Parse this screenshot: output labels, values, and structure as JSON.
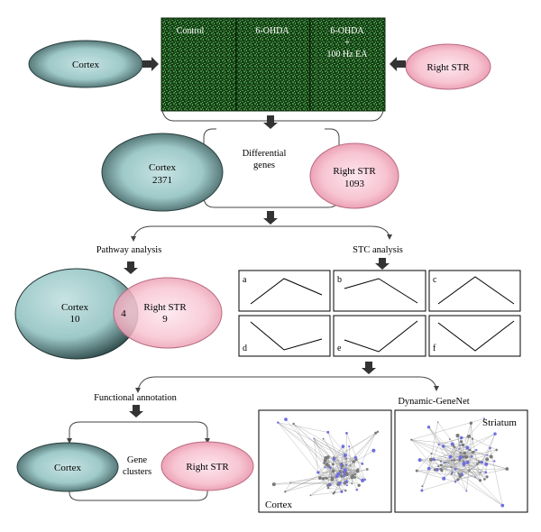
{
  "microarray": {
    "panels": [
      {
        "label": "Control"
      },
      {
        "label": "6-OHDA"
      },
      {
        "label_lines": [
          "6-OHDA",
          "+",
          "100 Hz EA"
        ]
      }
    ]
  },
  "top_row": {
    "cortex": {
      "label": "Cortex"
    },
    "right_str": {
      "label": "Right STR"
    }
  },
  "differential": {
    "title_lines": [
      "Differential",
      "genes"
    ],
    "cortex": {
      "label": "Cortex",
      "count": "2371"
    },
    "right_str": {
      "label": "Right STR",
      "count": "1093"
    }
  },
  "pathway": {
    "title": "Pathway analysis",
    "cortex": {
      "label": "Cortex",
      "count": "10"
    },
    "overlap": "4",
    "right_str": {
      "label": "Right STR",
      "count": "9"
    }
  },
  "stc": {
    "title": "STC analysis",
    "profiles": [
      {
        "id": "a",
        "shape": "up-down"
      },
      {
        "id": "b",
        "shape": "flat-down"
      },
      {
        "id": "c",
        "shape": "up-down"
      },
      {
        "id": "d",
        "shape": "down-flat"
      },
      {
        "id": "e",
        "shape": "flat-up"
      },
      {
        "id": "f",
        "shape": "down-up"
      }
    ]
  },
  "functional": {
    "title": "Functional annotation",
    "cortex": {
      "label": "Cortex"
    },
    "clusters_lines": [
      "Gene",
      "clusters"
    ],
    "right_str": {
      "label": "Right STR"
    }
  },
  "genenet": {
    "title": "Dynamic-GeneNet",
    "cortex_label": "Cortex",
    "striatum_label": "Striatum"
  },
  "colors": {
    "teal": "#9ec9c9",
    "pink": "#f7c4d2",
    "array_green": "#1f5a1f",
    "arrow": "#333333"
  }
}
